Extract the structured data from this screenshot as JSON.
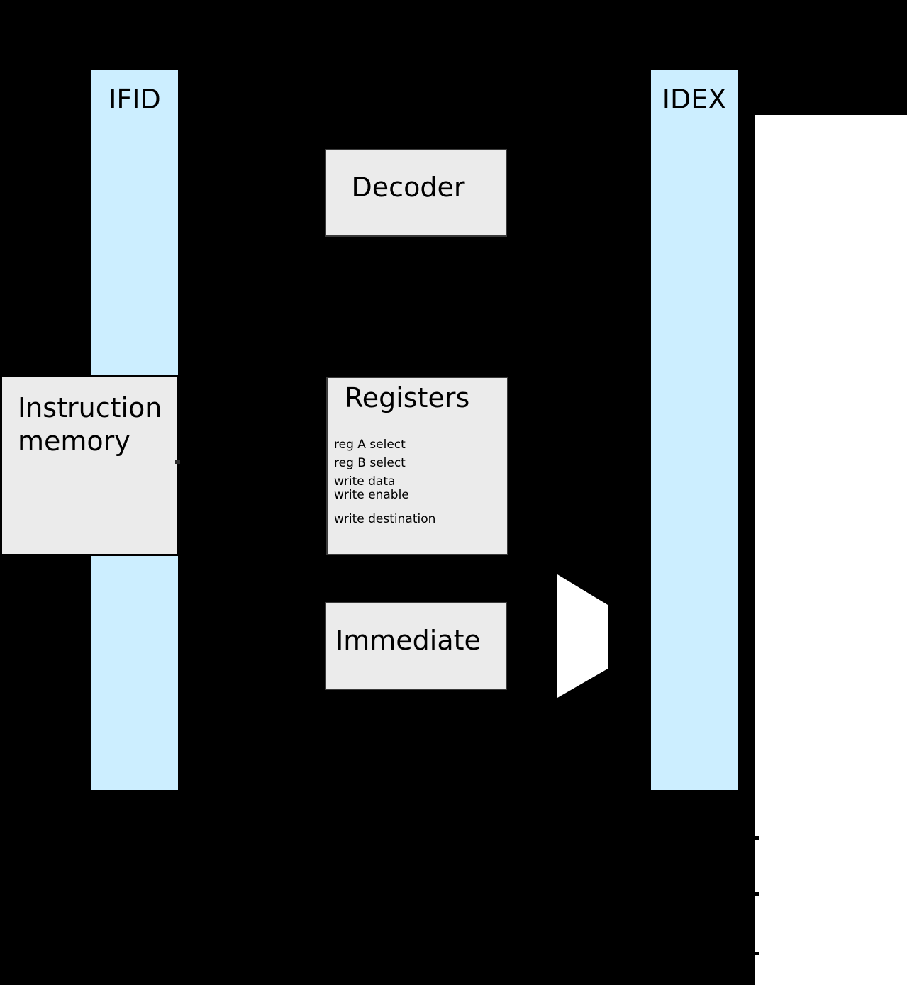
{
  "pipeline_registers": [
    {
      "label": "IFID"
    },
    {
      "label": "IDEX"
    }
  ],
  "blocks": {
    "instruction_memory": {
      "label": "Instruction\nmemory"
    },
    "decoder": {
      "label": "Decoder"
    },
    "registers": {
      "title": "Registers",
      "ports": [
        "reg A select",
        "reg B select",
        "write data",
        "write enable",
        "write destination"
      ]
    },
    "immediate": {
      "label": "Immediate"
    }
  },
  "colors": {
    "background": "#000000",
    "panel": "#ffffff",
    "pipeline_bar_fill": "#cceeff",
    "block_fill": "#ebebeb",
    "border": "#000000",
    "mux_fill": "#ffffff"
  }
}
